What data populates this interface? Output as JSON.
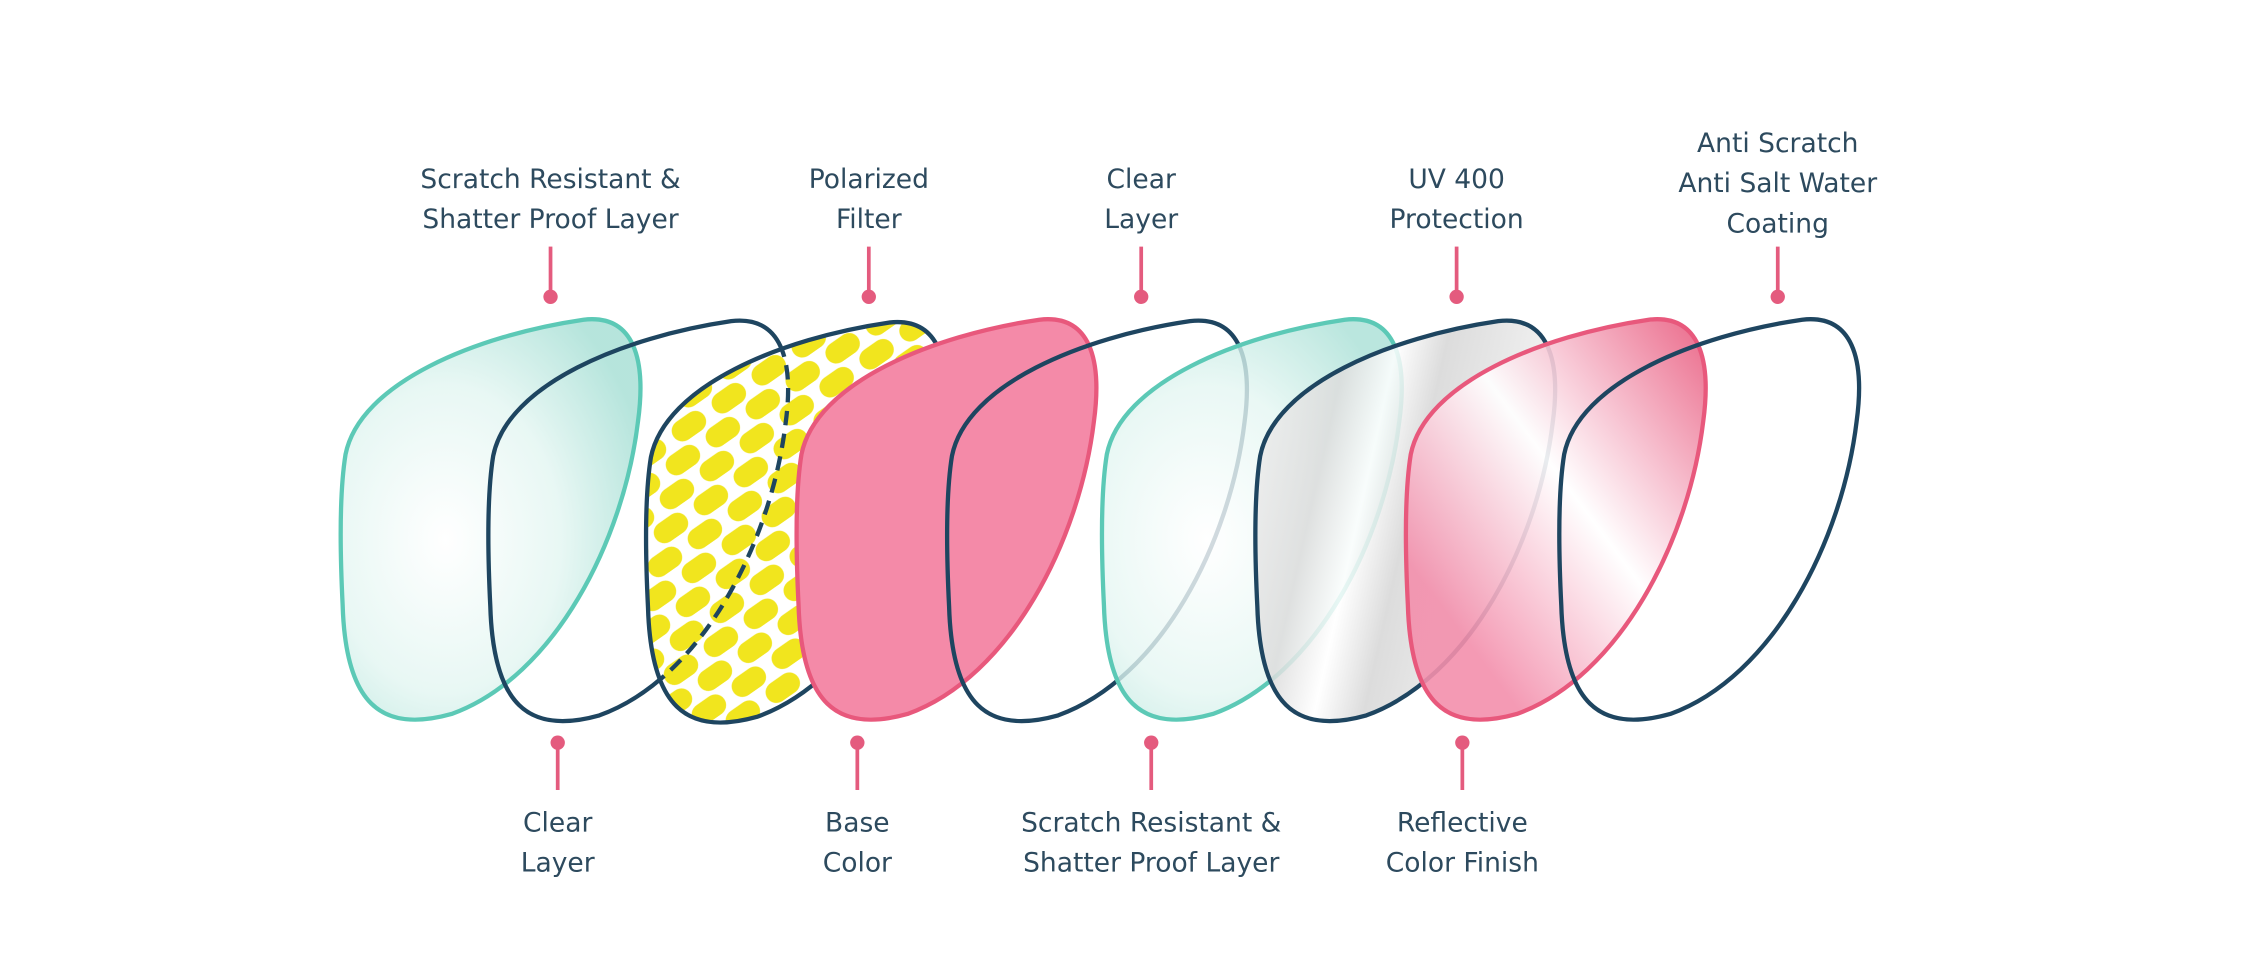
{
  "colors": {
    "text": "#2d4a5e",
    "pin": "#e45b7e",
    "teal": "#5cc9b6",
    "navy": "#1e4560",
    "pink": "#f48aa8",
    "pink_stroke": "#e8587c",
    "yellow": "#f1e51e"
  },
  "top_labels": [
    {
      "lines": [
        "Scratch Resistant &",
        "Shatter Proof Layer"
      ]
    },
    {
      "lines": [
        "Polarized",
        "Filter"
      ]
    },
    {
      "lines": [
        "Clear",
        "Layer"
      ]
    },
    {
      "lines": [
        "UV 400",
        "Protection"
      ]
    },
    {
      "lines": [
        "Anti Scratch",
        "Anti Salt Water",
        "Coating"
      ]
    }
  ],
  "bottom_labels": [
    {
      "lines": [
        "Clear",
        "Layer"
      ]
    },
    {
      "lines": [
        "Base",
        "Color"
      ]
    },
    {
      "lines": [
        "Scratch Resistant &",
        "Shatter Proof Layer"
      ]
    },
    {
      "lines": [
        "Reflective",
        "Color Finish"
      ]
    }
  ]
}
